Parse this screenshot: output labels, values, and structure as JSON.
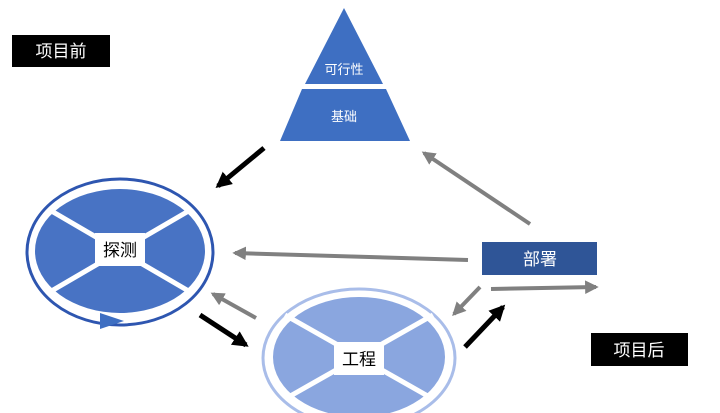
{
  "labels": {
    "before_project": "项目前",
    "after_project": "项目后",
    "feasibility": "可行性",
    "foundation": "基础",
    "exploration": "探测",
    "engineering": "工程",
    "deployment": "部署"
  },
  "colors": {
    "label_box": "#000000",
    "label_text": "#ffffff",
    "pyramid": "#3e6fc2",
    "exploration_fill": "#4873c4",
    "exploration_ring": "#2e56b0",
    "engineering_fill": "#8aa6df",
    "engineering_ring": "#a9bde9",
    "deployment_box": "#2f5597",
    "arrow_dark": "#000000",
    "arrow_gray": "#808080",
    "center_box": "#ffffff"
  }
}
